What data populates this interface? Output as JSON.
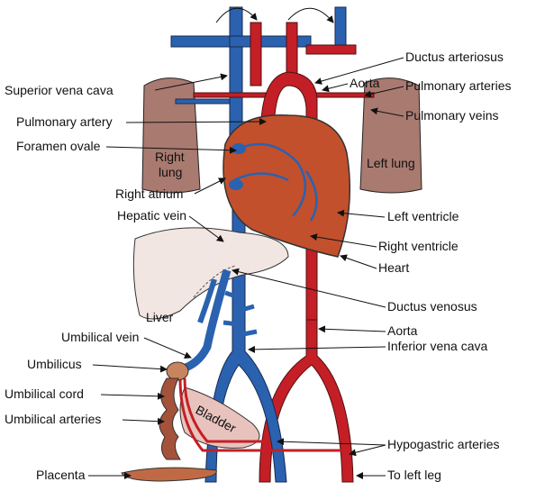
{
  "title": "Fetal circulation",
  "colors": {
    "vein": "#2a62b0",
    "artery": "#c41f26",
    "heart": "#c2502c",
    "lung": "#a97a70",
    "liver": "#f1e6e2",
    "bladder": "#e8c3bd",
    "cord": "#a5523a"
  },
  "labels": {
    "ductus_arteriosus": "Ductus arteriosus",
    "aorta_top": "Aorta",
    "pulmonary_arteries": "Pulmonary arteries",
    "pulmonary_veins": "Pulmonary veins",
    "superior_vena_cava": "Superior vena cava",
    "pulmonary_artery": "Pulmonary artery",
    "foramen_ovale": "Foramen ovale",
    "right_lung": [
      "Right",
      "lung"
    ],
    "left_lung": "Left lung",
    "right_atrium": "Right atrium",
    "hepatic_vein": "Hepatic vein",
    "left_ventricle": "Left ventricle",
    "right_ventricle": "Right ventricle",
    "heart": "Heart",
    "ductus_venosus": "Ductus venosus",
    "liver": "Liver",
    "aorta_lower": "Aorta",
    "inferior_vena_cava": "Inferior vena cava",
    "umbilical_vein": "Umbilical vein",
    "umbilicus": "Umbilicus",
    "umbilical_cord": "Umbilical cord",
    "umbilical_arteries": "Umbilical arteries",
    "bladder": "Bladder",
    "hypogastric_arteries": "Hypogastric arteries",
    "placenta": "Placenta",
    "to_left_leg": "To left leg"
  }
}
